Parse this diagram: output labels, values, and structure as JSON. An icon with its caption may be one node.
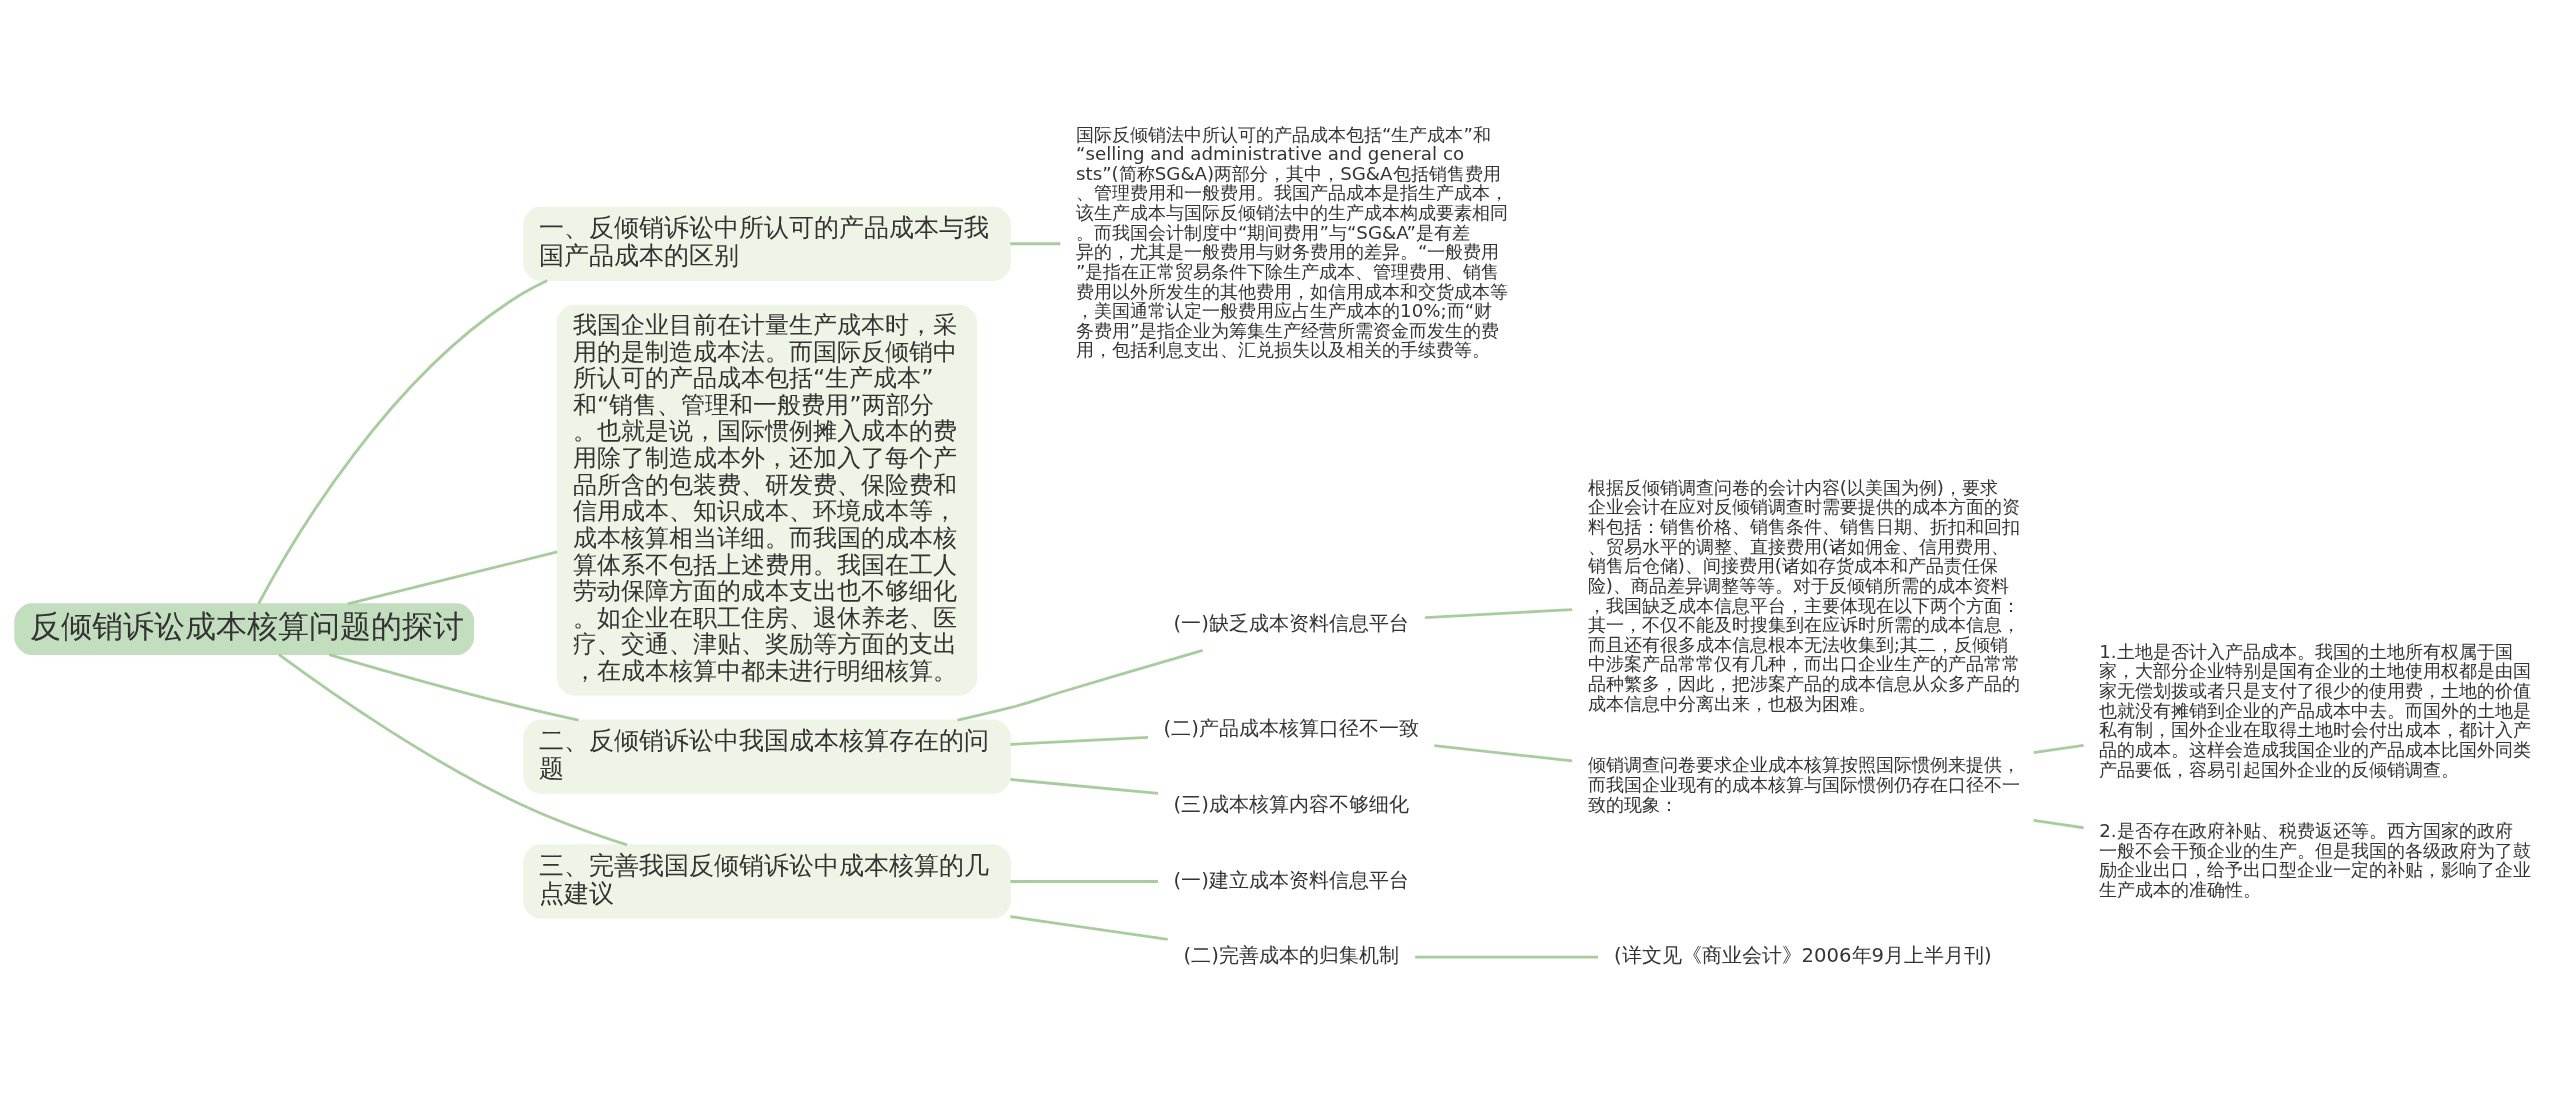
{
  "diagram": {
    "nodes": [
      {
        "text": [
          "反倾销诉讼成本核算问题的探讨"
        ]
      },
      {
        "text": [
          "一、反倾销诉讼中所认可的产品成本与我国产品成本的区别"
        ]
      },
      {
        "text": [
          "国际反倾销法中所认可的产品成本包括“生产成本”和“selling and administrative and general costs”(简称SG&A)两部分，其中，SG&A包括销售费用、管理费用和一般费用。我国产品成本是指生产成本，该生产成本与国际反倾销法中的生产成本构成要素相同。而我国会计制度中“期间费用”与“SG&A”是有差异的，尤其是一般费用与财务费用的差异。“一般费用”是指在正常贸易条件下除生产成本、管理费用、销售费用以外所发生的其他费用，如信用成本和交货成本等，美国通常认定一般费用应占生产成本的10%;而“财务费用”是指企业为筹集生产经营所需资金而发生的费用，包括利息支出、汇兑损失以及相关的手续费等。"
        ]
      },
      {
        "text": [
          "我国企业目前在计量生产成本时，采用的是制造成本法。而国际反倾销中所认可的产品成本包括“生产成本”和“销售、管理和一般费用”两部分。也就是说，国际惯例摊入成本的费用除了制造成本外，还加入了每个产品所含的包装费、研发费、保险费和信用成本、知识成本、环境成本等，成本核算相当详细。而我国的成本核算体系不包括上述费用。我国在工人劳动保障方面的成本支出也不够细化。如企业在职工住房、退休养老、医疗、交通、津贴、奖励等方面的支出，在成本核算中都未进行明细核算。"
        ]
      },
      {
        "text": [
          "二、反倾销诉讼中我国成本核算存在的问题"
        ]
      },
      {
        "text": [
          "(一)缺乏成本资料信息平台"
        ]
      },
      {
        "text": [
          "根据反倾销调查问卷的会计内容(以美国为例)，要求企业会计在应对反倾销调查时需要提供的成本方面的资料包括：销售价格、销售条件、销售日期、折扣和回扣、贸易水平的调整、直接费用(诸如佣金、信用费用、销售后仓储)、间接费用(诸如存货成本和产品责任保险)、商品差异调整等等。对于反倾销所需的成本资料，我国缺乏成本信息平台，主要体现在以下两个方面：其一，不仅不能及时搜集到在应诉时所需的成本信息，而且还有很多成本信息根本无法收集到;其二，反倾销中涉案产品常常仅有几种，而出口企业生产的产品常常品种繁多，因此，把涉案产品的成本信息从众多产品的成本信息中分离出来，也极为困难。"
        ]
      },
      {
        "text": [
          "(二)产品成本核算口径不一致"
        ]
      },
      {
        "text": [
          "倾销调查问卷要求企业成本核算按照国际惯例来提供，而我国企业现有的成本核算与国际惯例仍存在口径不一致的现象："
        ]
      },
      {
        "text": [
          "1.土地是否计入产品成本。我国的土地所有权属于国家，大部分企业特别是国有企业的土地使用权都是由国家无偿划拨或者只是支付了很少的使用费，土地的价值也就没有摊销到企业的产品成本中去。而国外的土地是私有制，国外企业在取得土地时会付出成本，都计入产品的成本。这样会造成我国企业的产品成本比国外同类产品要低，容易引起国外企业的反倾销调查。"
        ]
      },
      {
        "text": [
          "2.是否存在政府补贴、税费返还等。西方国家的政府一般不会干预企业的生产。但是我国的各级政府为了鼓励企业出口，给予出口型企业一定的补贴，影响了企业生产成本的准确性。"
        ]
      },
      {
        "text": [
          "(三)成本核算内容不够细化"
        ]
      },
      {
        "text": [
          "三、完善我国反倾销诉讼中成本核算的几点建议"
        ]
      },
      {
        "text": [
          "(一)建立成本资料信息平台"
        ]
      },
      {
        "text": [
          "(二)完善成本的归集机制"
        ]
      },
      {
        "text": [
          "(详文见《商业会计》2006年9月上半月刊)"
        ]
      }
    ],
    "edges": [
      {
        "from": 0,
        "to": 1,
        "arrow": "none"
      },
      {
        "from": 1,
        "to": 2,
        "arrow": "none"
      },
      {
        "from": 0,
        "to": 3,
        "arrow": "none"
      },
      {
        "from": 0,
        "to": 4,
        "arrow": "none"
      },
      {
        "from": 4,
        "to": 5,
        "arrow": "none"
      },
      {
        "from": 5,
        "to": 6,
        "arrow": "none"
      },
      {
        "from": 4,
        "to": 7,
        "arrow": "none"
      },
      {
        "from": 7,
        "to": 8,
        "arrow": "none"
      },
      {
        "from": 8,
        "to": 9,
        "arrow": "none"
      },
      {
        "from": 8,
        "to": 10,
        "arrow": "none"
      },
      {
        "from": 4,
        "to": 11,
        "arrow": "none"
      },
      {
        "from": 0,
        "to": 12,
        "arrow": "none"
      },
      {
        "from": 12,
        "to": 13,
        "arrow": "none"
      },
      {
        "from": 12,
        "to": 14,
        "arrow": "none"
      },
      {
        "from": 14,
        "to": 15,
        "arrow": "none"
      }
    ]
  }
}
